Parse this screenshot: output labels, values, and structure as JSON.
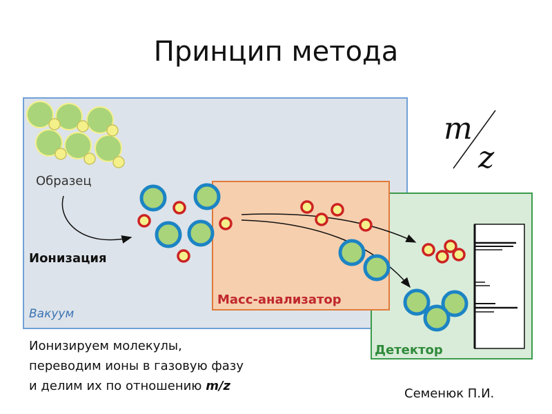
{
  "slide": {
    "title": "Принцип метода",
    "author": "Семенюк П.И."
  },
  "diagram": {
    "sample_label": "Образец",
    "ionization_label": "Ионизация",
    "vacuum_label": "Вакуум",
    "analyzer_label": "Масс-анализатор",
    "detector_label": "Детектор",
    "ratio_numerator": "m",
    "ratio_denominator": "z"
  },
  "description": {
    "line1": "Ионизируем молекулы,",
    "line2": "переводим ионы в газовую фазу",
    "line3_prefix": "и делим их по отношению ",
    "line3_emph": "m/z"
  },
  "colors": {
    "vacuum_fill": "#dde3ea",
    "vacuum_border": "#6fa0d8",
    "analyzer_fill": "#f6cfae",
    "analyzer_border": "#e07a3a",
    "detector_fill": "#d9ecd9",
    "detector_border": "#3a9a4a",
    "molecule_green": "#a9d47a",
    "molecule_yellow": "#f4f08a",
    "ion_blue_ring": "#1c84c4",
    "ion_red_ring": "#cc2222",
    "label_red": "#c0272d",
    "label_blue": "#3a74b4",
    "label_green": "#2f8a3a"
  }
}
